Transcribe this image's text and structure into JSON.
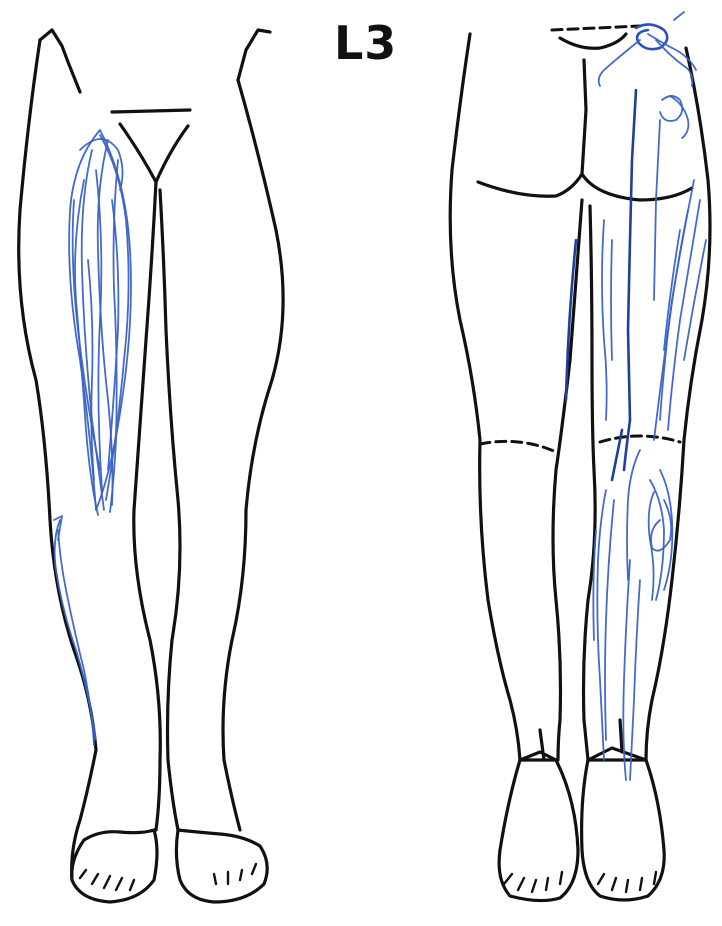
{
  "label": "L3",
  "colors": {
    "outline": "#111111",
    "pain_marking": "#3a62c9",
    "pain_marking_dark": "#1f3f9e",
    "background": "#ffffff"
  },
  "views": [
    {
      "id": "anterior",
      "description_icon": "legs-front-icon"
    },
    {
      "id": "posterior",
      "description_icon": "legs-back-icon"
    }
  ]
}
